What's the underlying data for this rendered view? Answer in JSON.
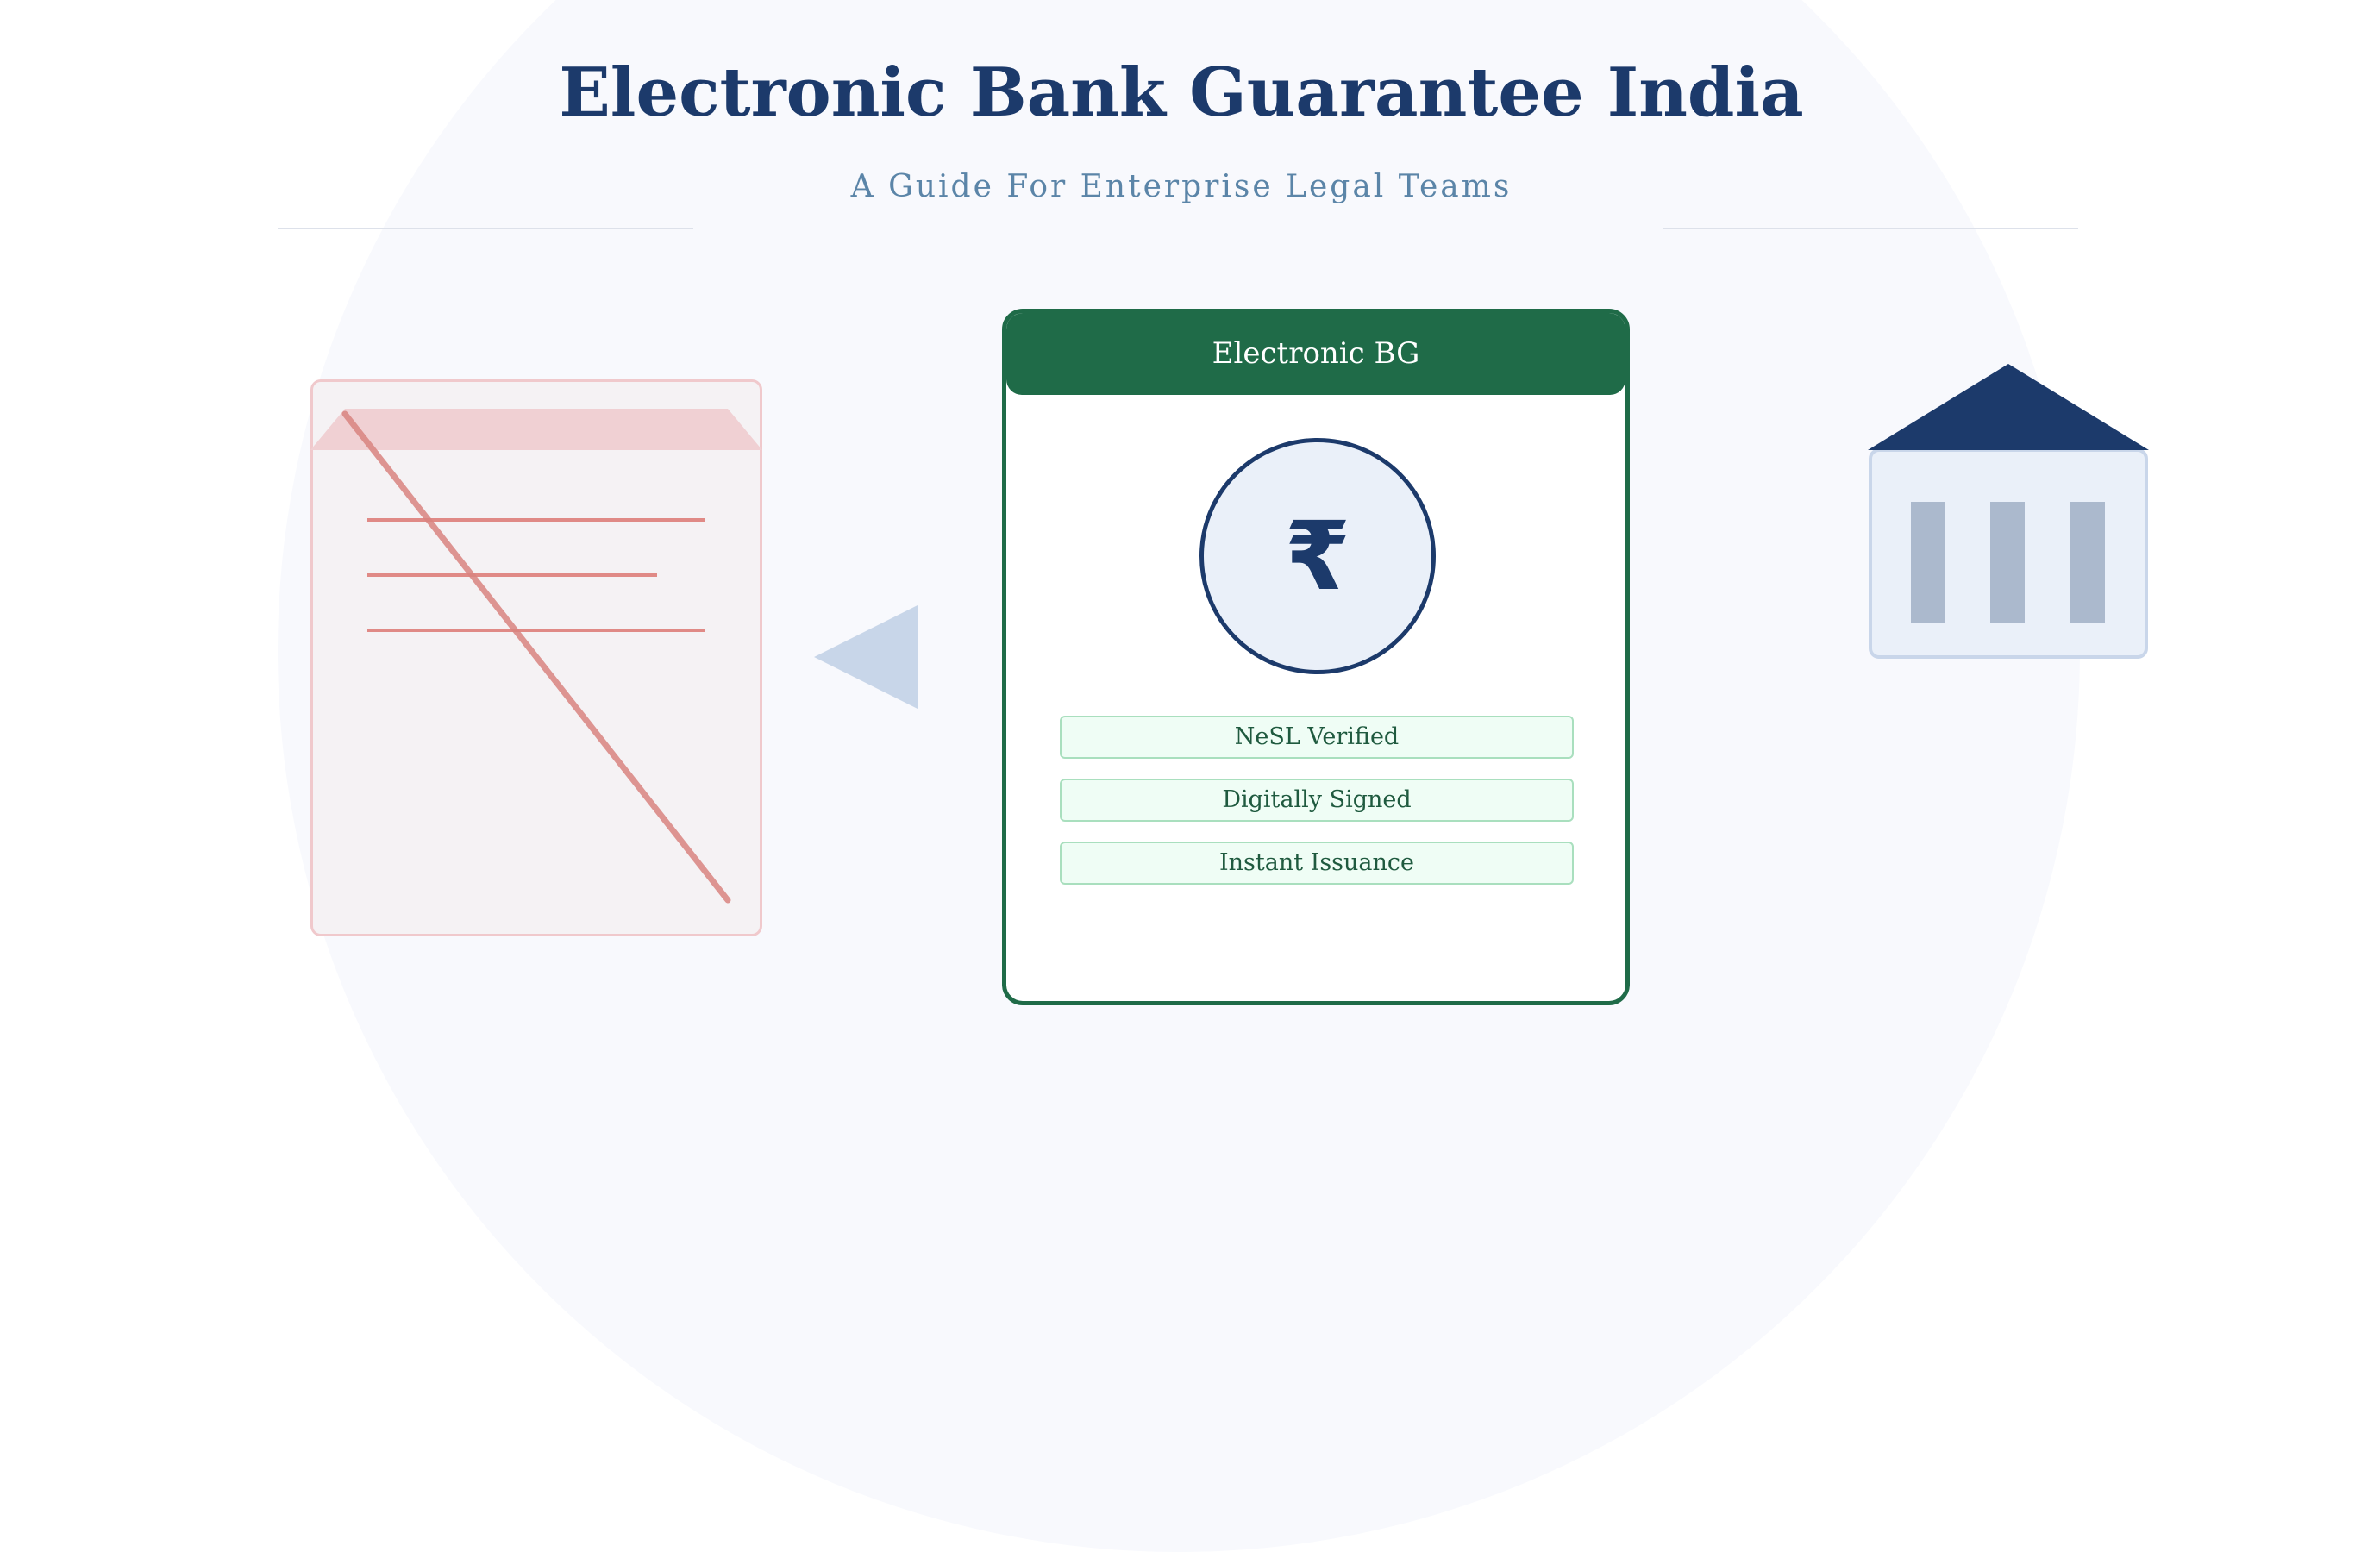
{
  "header": {
    "title": "Electronic Bank Guarantee India",
    "subtitle": "A Guide For Enterprise Legal Teams"
  },
  "electronic_card": {
    "title": "Electronic BG",
    "currency_symbol": "₹",
    "badges": [
      "NeSL Verified",
      "Digitally Signed",
      "Instant Issuance"
    ]
  },
  "icons": {
    "paper": "crossed-out-paper-document-icon",
    "arrow": "arrow-left-icon",
    "bank": "bank-building-icon",
    "currency": "rupee-icon"
  },
  "colors": {
    "title": "#1c3a6b",
    "subtitle": "#5b85a8",
    "card_accent": "#1f6b48",
    "badge_fill": "#effdf5",
    "paper_line": "#e08a86",
    "bank_roof": "#1c3a6b"
  }
}
